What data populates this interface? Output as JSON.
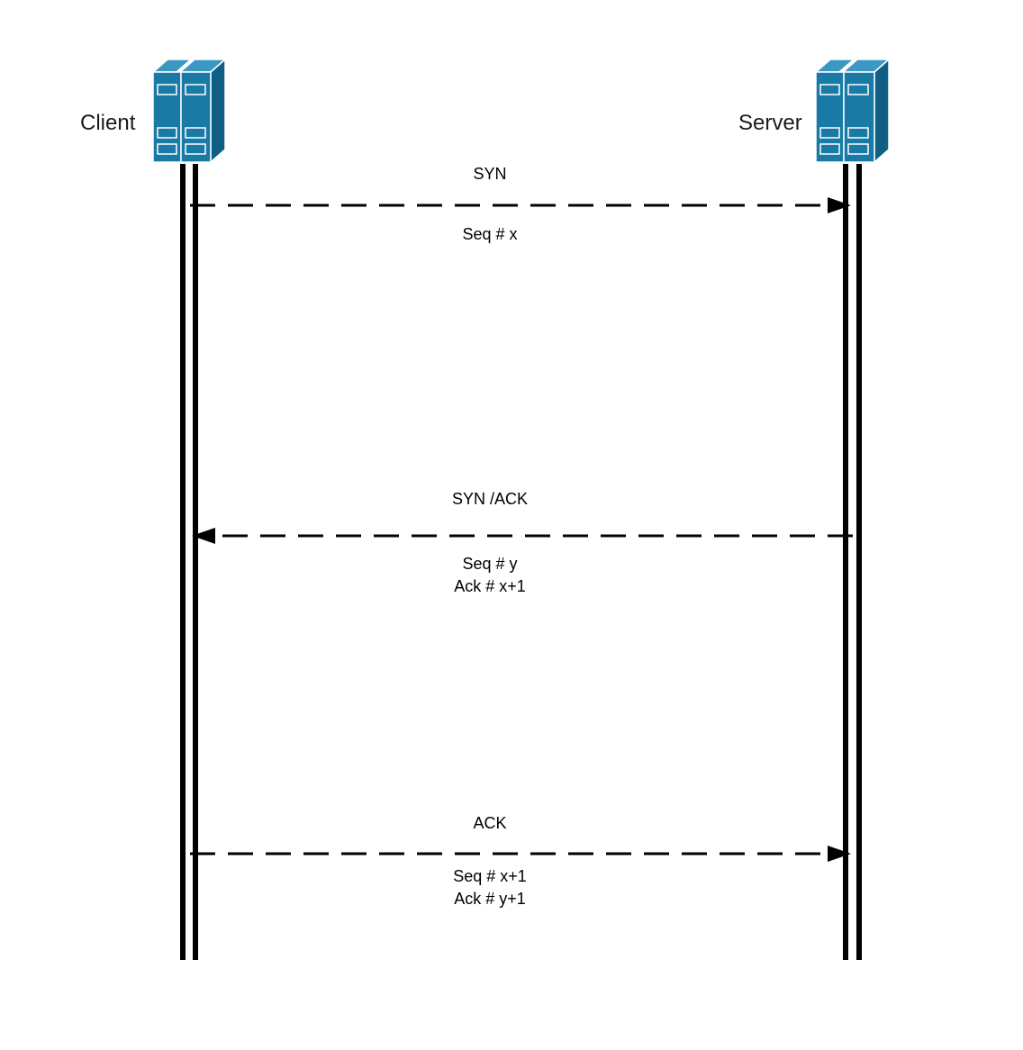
{
  "actors": {
    "client": {
      "label": "Client",
      "icon": "server-rack-icon"
    },
    "server": {
      "label": "Server",
      "icon": "server-rack-icon"
    }
  },
  "messages": [
    {
      "title": "SYN",
      "direction": "client-to-server",
      "lines": [
        "Seq # x"
      ]
    },
    {
      "title": "SYN /ACK",
      "direction": "server-to-client",
      "lines": [
        "Seq # y",
        "Ack # x+1"
      ]
    },
    {
      "title": "ACK",
      "direction": "client-to-server",
      "lines": [
        "Seq # x+1",
        "Ack # y+1"
      ]
    }
  ],
  "colors": {
    "icon_fill": "#1a7aa6",
    "icon_light": "#3a98c2",
    "icon_dark": "#0f5f85",
    "icon_stroke": "#ffffff",
    "line": "#000000"
  }
}
